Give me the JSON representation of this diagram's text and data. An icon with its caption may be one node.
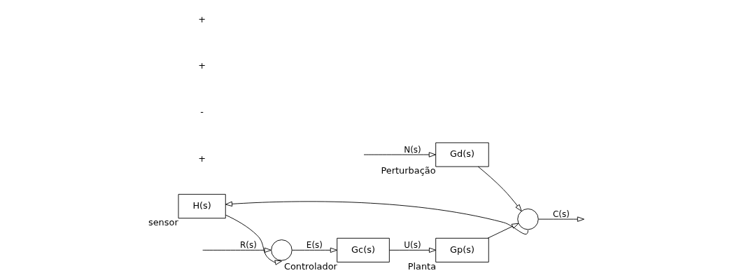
{
  "diagram": {
    "nodes": [
      {
        "text": [],
        "shape": "circle"
      },
      {
        "text": [
          "Gc(s)"
        ],
        "beside": [
          "Controlador"
        ]
      },
      {
        "text": [
          "Gd(s)"
        ],
        "beside": [
          "Perturbação"
        ]
      },
      {
        "text": [
          "Gp(s)"
        ],
        "beside": [
          "Planta"
        ]
      },
      {
        "text": [],
        "shape": "circle"
      },
      {
        "text": [
          "H(s)"
        ],
        "beside": [
          "sensor"
        ]
      }
    ],
    "edges": [
      {
        "from": null,
        "to": 0,
        "arrow": "to",
        "label": "R(s)"
      },
      {
        "from": 0,
        "to": 1,
        "arrow": "to",
        "label": "E(s)"
      },
      {
        "from": null,
        "to": 2,
        "arrow": "to",
        "label": "N(s)"
      },
      {
        "from": 1,
        "to": 3,
        "arrow": "to",
        "label": "U(s)"
      },
      {
        "from": 2,
        "to": 4,
        "arrow": "to"
      },
      {
        "from": 3,
        "to": 4,
        "arrow": "to"
      },
      {
        "from": 4,
        "to": null,
        "arrow": "to",
        "label": "C(s)"
      },
      {
        "from": 4,
        "to": 5,
        "arrow": "to"
      },
      {
        "from": 5,
        "to": 0,
        "arrow": "to"
      }
    ],
    "labels": [
      "+",
      "-",
      "+",
      "+"
    ]
  }
}
